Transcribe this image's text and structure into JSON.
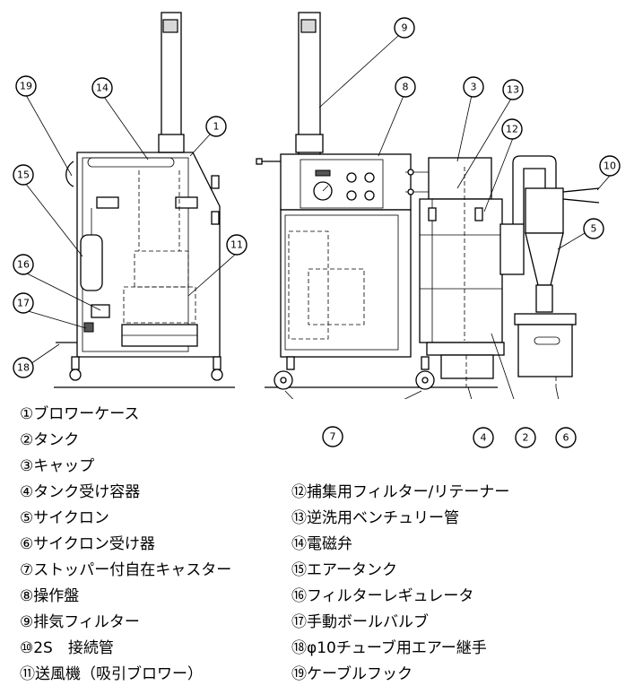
{
  "callouts": [
    "1",
    "2",
    "3",
    "4",
    "5",
    "6",
    "7",
    "8",
    "9",
    "10",
    "11",
    "12",
    "13",
    "14",
    "15",
    "16",
    "17",
    "18",
    "19"
  ],
  "legend_left": [
    "①ブロワーケース",
    "②タンク",
    "③キャップ",
    "④タンク受け容器",
    "⑤サイクロン",
    "⑥サイクロン受け器",
    "⑦ストッパー付自在キャスター",
    "⑧操作盤",
    "⑨排気フィルター",
    "⑩2S　接続管",
    "⑪送風機（吸引ブロワー）"
  ],
  "legend_right": [
    "⑫捕集用フィルター/リテーナー",
    "⑬逆洗用ベンチュリー管",
    "⑭電磁弁",
    "⑮エアータンク",
    "⑯フィルターレギュレータ",
    "⑰手動ボールバルブ",
    "⑱φ10チューブ用エアー継手",
    "⑲ケーブルフック"
  ]
}
